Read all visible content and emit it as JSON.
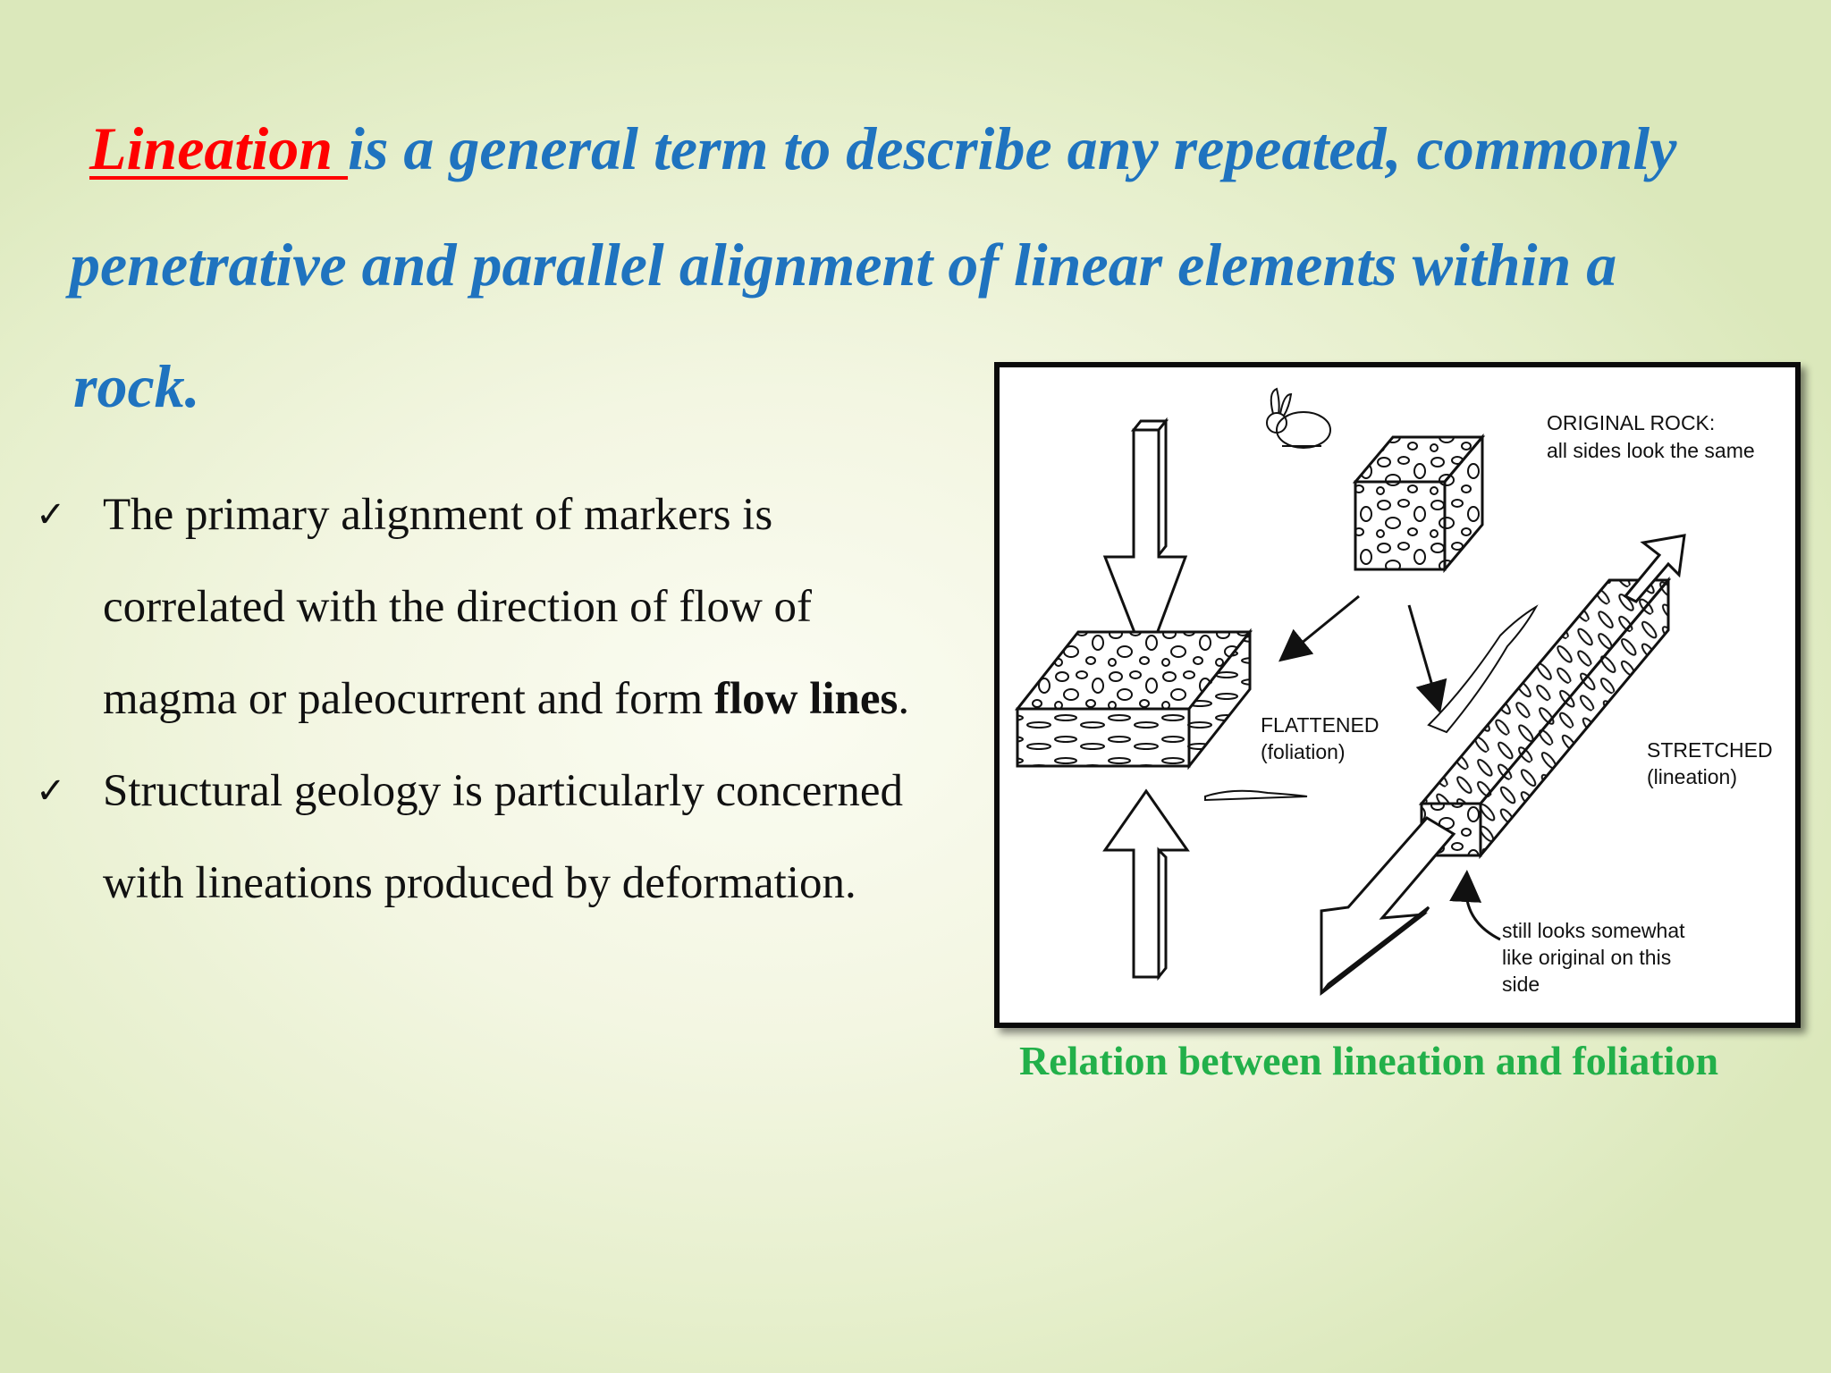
{
  "heading": {
    "term": "Lineation ",
    "line1_rest": "is a general term to describe any repeated, commonly",
    "line2": "penetrative and parallel alignment of linear elements within a",
    "line3": "rock."
  },
  "bullets": [
    {
      "mark": "✓",
      "text_a": "The primary alignment of markers is correlated with the direction of flow of magma or paleocurrent and form ",
      "bold": "flow lines",
      "text_b": "."
    },
    {
      "mark": "✓",
      "text": "Structural geology is particularly concerned with lineations produced by deformation."
    }
  ],
  "figure": {
    "original_title": "ORIGINAL ROCK:",
    "original_sub": "all sides look the same",
    "flattened_title": "FLATTENED",
    "flattened_sub": "(foliation)",
    "stretched_title": "STRETCHED",
    "stretched_sub": "(lineation)",
    "note_1": "still  looks somewhat",
    "note_2": "like original on this",
    "note_3": "side"
  },
  "caption": "Relation between lineation and foliation",
  "colors": {
    "term": "#ff0000",
    "heading": "#1f73bf",
    "caption": "#22b04a"
  }
}
